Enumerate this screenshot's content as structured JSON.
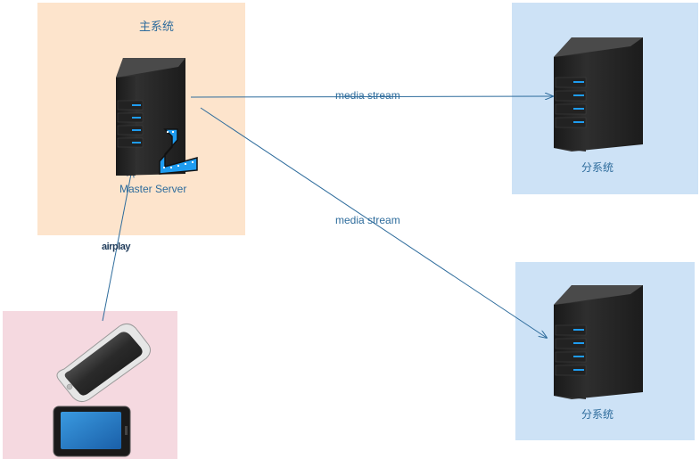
{
  "master": {
    "title": "主系统",
    "server_label": "Master Server",
    "server_icon": "server-tower-icon",
    "media_icon": "film-strip-icon"
  },
  "subsystems": [
    {
      "label": "分系统",
      "icon": "server-tower-icon"
    },
    {
      "label": "分系统",
      "icon": "server-tower-icon"
    }
  ],
  "client": {
    "edge_label": "airplay",
    "devices": [
      "smartphone-icon",
      "tablet-icon"
    ]
  },
  "edges": [
    {
      "from": "Master Server",
      "to": "分系统 1",
      "label": "media  stream"
    },
    {
      "from": "Master Server",
      "to": "分系统 2",
      "label": "media  stream"
    },
    {
      "from": "client devices",
      "to": "Master Server",
      "label": "airplay"
    }
  ],
  "colors": {
    "master_bg": "#fde4cc",
    "subsystem_bg": "#cde2f6",
    "client_bg": "#f5d9e0",
    "arrow": "#2e6c9c",
    "text": "#2e6c9c"
  }
}
